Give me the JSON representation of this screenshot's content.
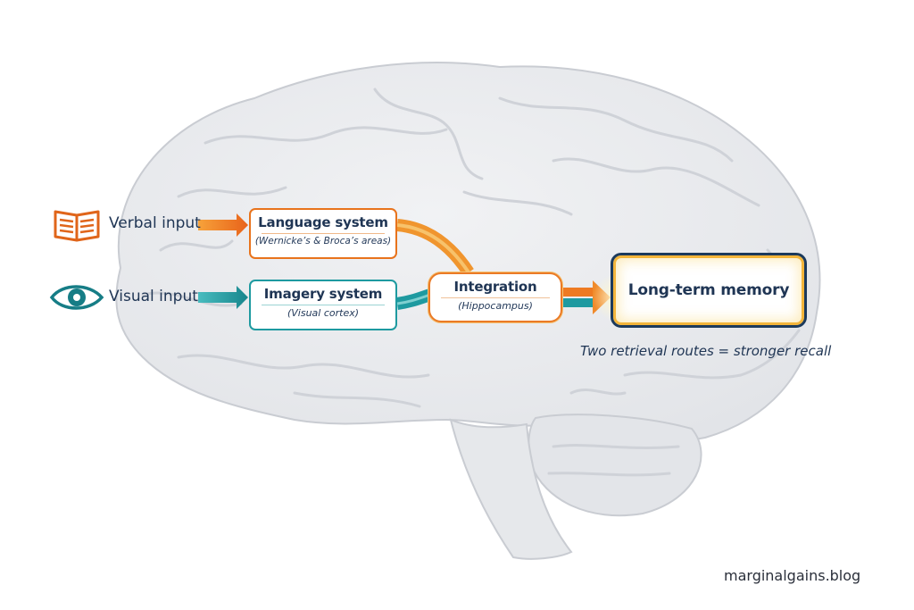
{
  "inputs": {
    "verbal": {
      "label": "Verbal input",
      "icon": "open-book-icon"
    },
    "visual": {
      "label": "Visual input",
      "icon": "eye-icon"
    }
  },
  "boxes": {
    "language": {
      "title": "Language system",
      "subtitle": "(Wernicke’s & Broca’s areas)"
    },
    "imagery": {
      "title": "Imagery system",
      "subtitle": "(Visual cortex)"
    },
    "integration": {
      "title": "Integration",
      "subtitle": "(Hippocampus)"
    },
    "memory": {
      "title": "Long-term memory"
    }
  },
  "caption": "Two retrieval routes = stronger recall",
  "watermark": "marginalgains.blog",
  "colors": {
    "verbal": "#e8731c",
    "visual": "#1e9aa0",
    "text": "#1f3554",
    "memory_border": "#1c3a5c",
    "brain": "#e4e6ea"
  }
}
